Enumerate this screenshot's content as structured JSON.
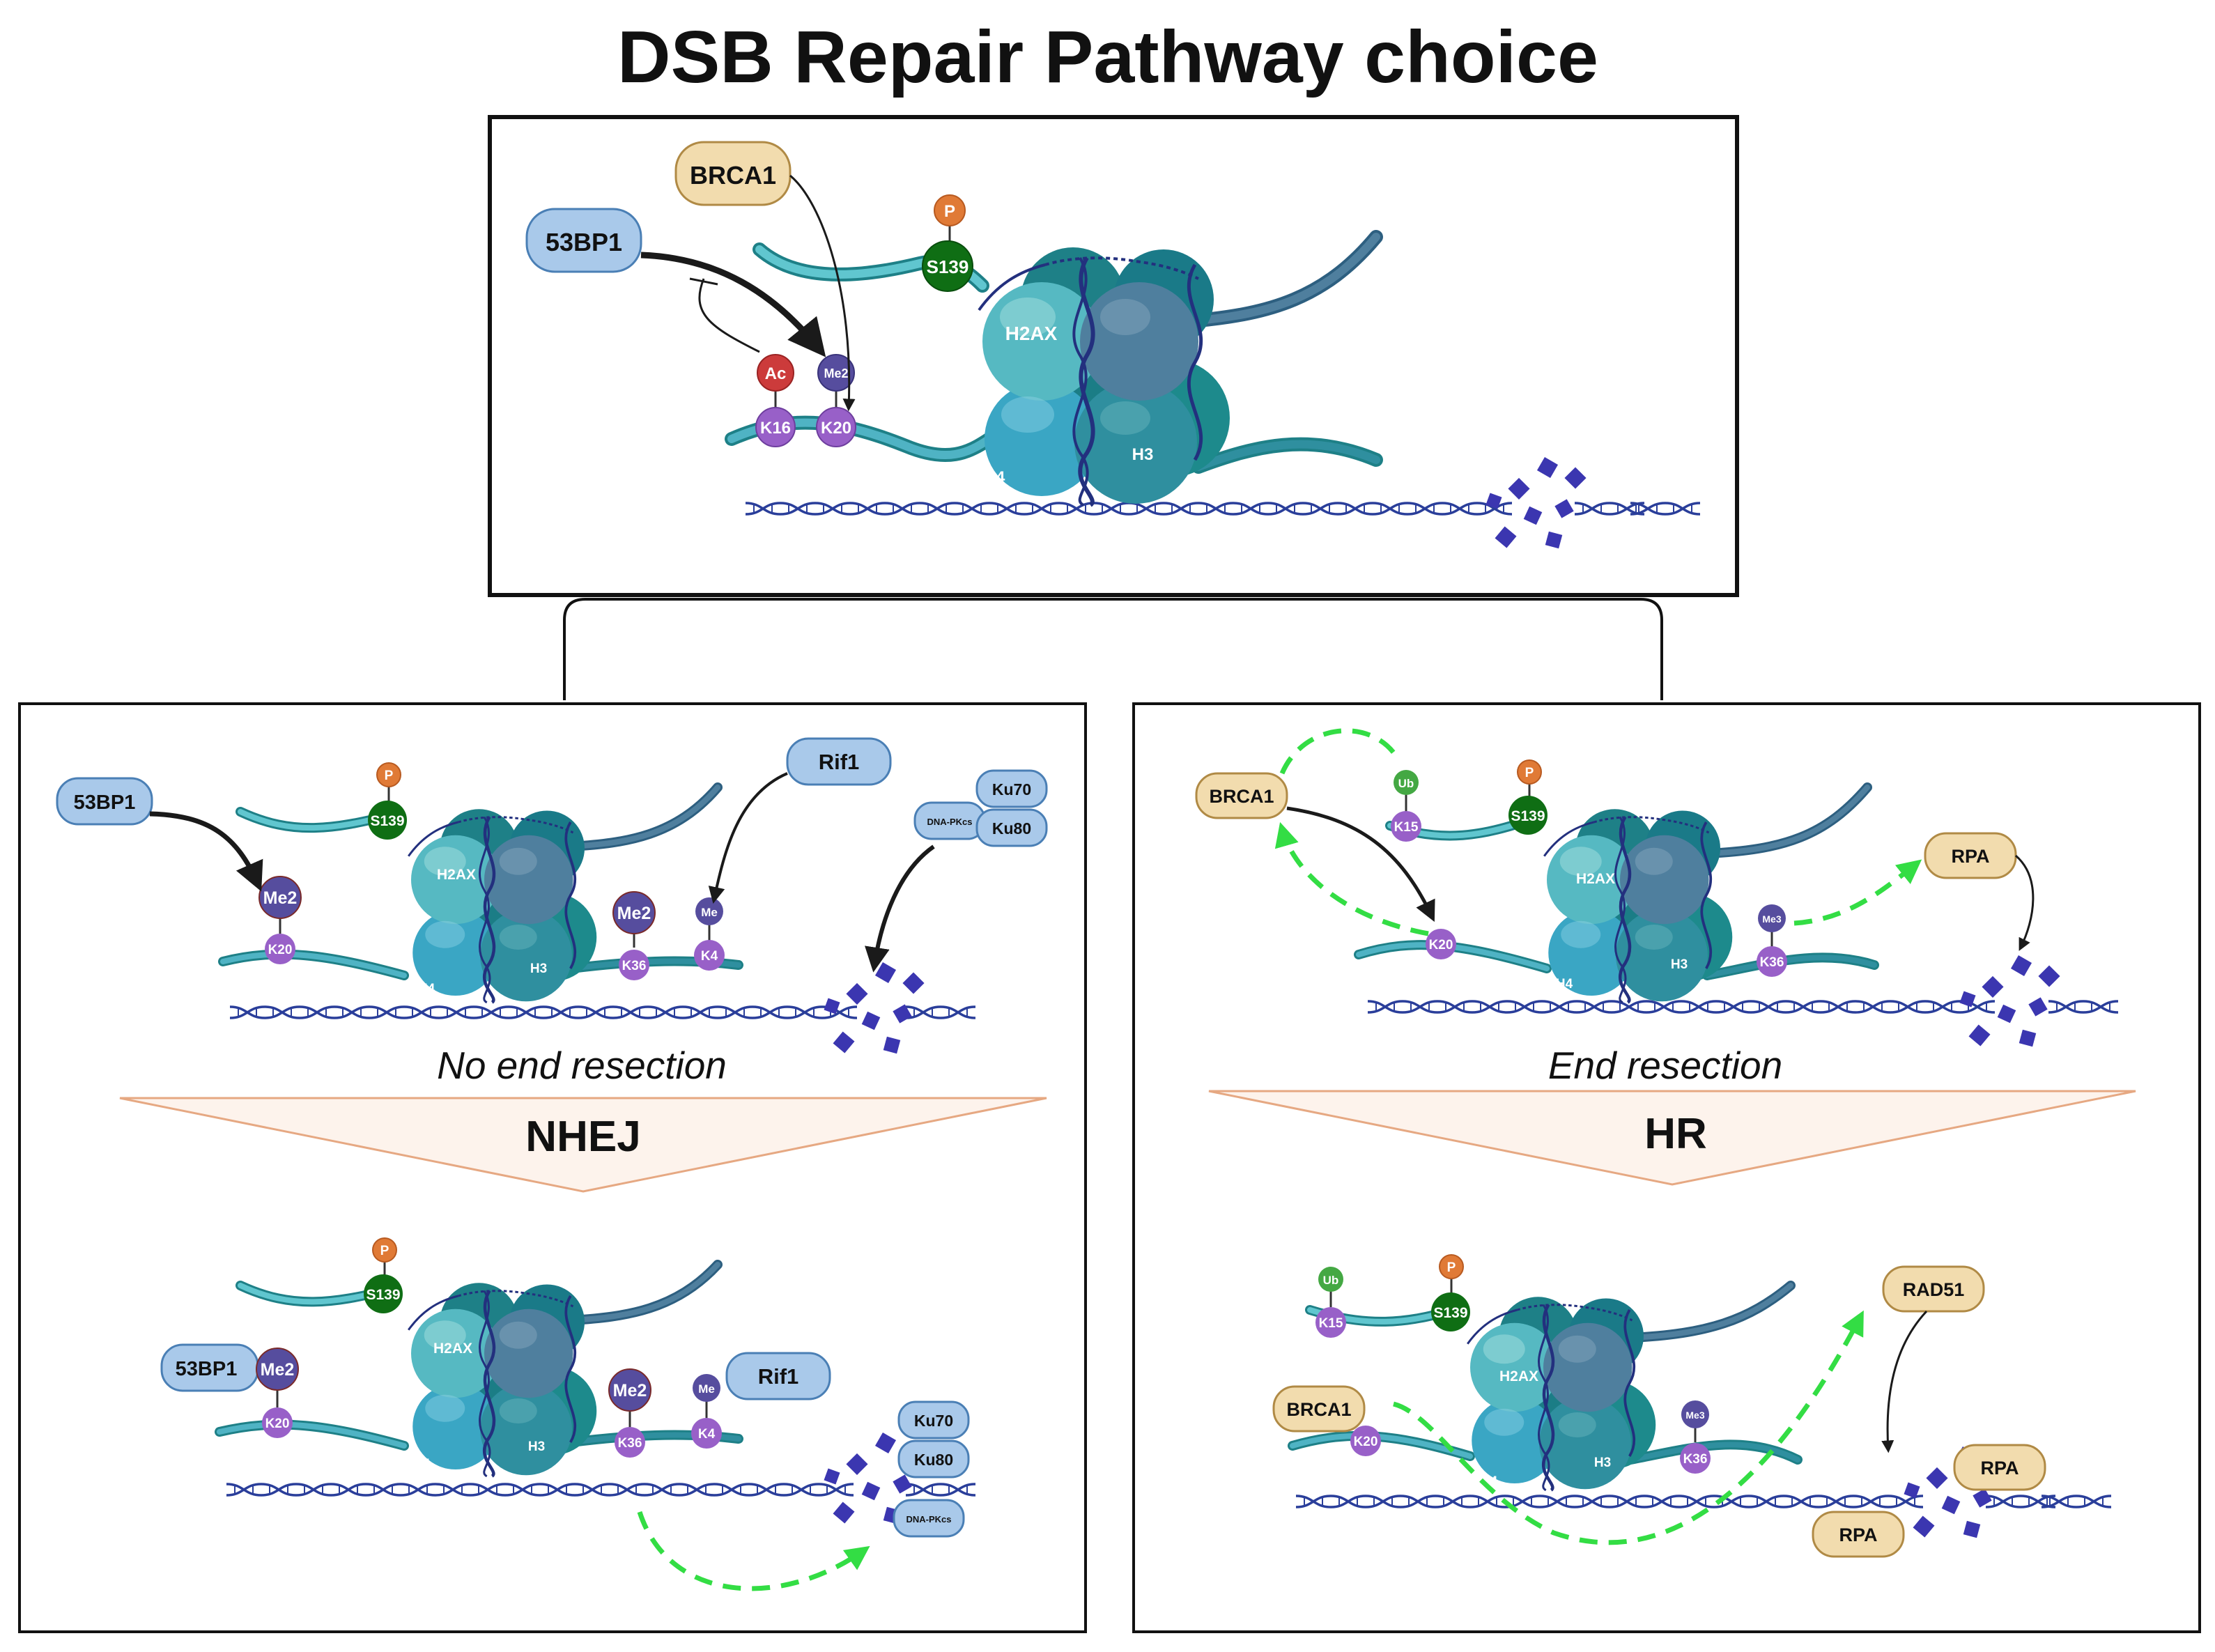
{
  "title": "DSB Repair Pathway choice",
  "colors": {
    "blue_protein_fill": "#a9c9ea",
    "blue_protein_stroke": "#4a7fb5",
    "tan_protein_fill": "#f2dcae",
    "tan_protein_stroke": "#b08a45",
    "histone_light": "#4fb3c4",
    "histone_dark": "#1e8087",
    "histone_grey": "#4f7f9e",
    "dna": "#2a3e9a",
    "fragment": "#3b36b0",
    "phospho": "#e07a36",
    "s139": "#0f6e14",
    "acetyl": "#cc3b3b",
    "methyl": "#564d9e",
    "lysine": "#9860c8",
    "ub": "#44a843",
    "green_arrow": "#33dd44",
    "funnel_fill": "#fdf3ec",
    "funnel_stroke": "#e6a882"
  },
  "histones": {
    "h2ax": "H2AX",
    "h4": "H4",
    "h3": "H3"
  },
  "marks": {
    "p": "P",
    "s139": "S139",
    "ac": "Ac",
    "me": "Me",
    "me2": "Me2",
    "me3": "Me3",
    "ub": "Ub",
    "k4": "K4",
    "k15": "K15",
    "k16": "K16",
    "k20": "K20",
    "k36": "K36"
  },
  "proteins": {
    "p53bp1": "53BP1",
    "brca1": "BRCA1",
    "rif1": "Rif1",
    "ku70": "Ku70",
    "ku80": "Ku80",
    "dnapkcs": "DNA-PKcs",
    "rpa": "RPA",
    "rad51": "RAD51"
  },
  "top_panel": {},
  "nhej_panel": {
    "resection_text": "No end resection",
    "pathway": "NHEJ"
  },
  "hr_panel": {
    "resection_text": "End resection",
    "pathway": "HR"
  }
}
